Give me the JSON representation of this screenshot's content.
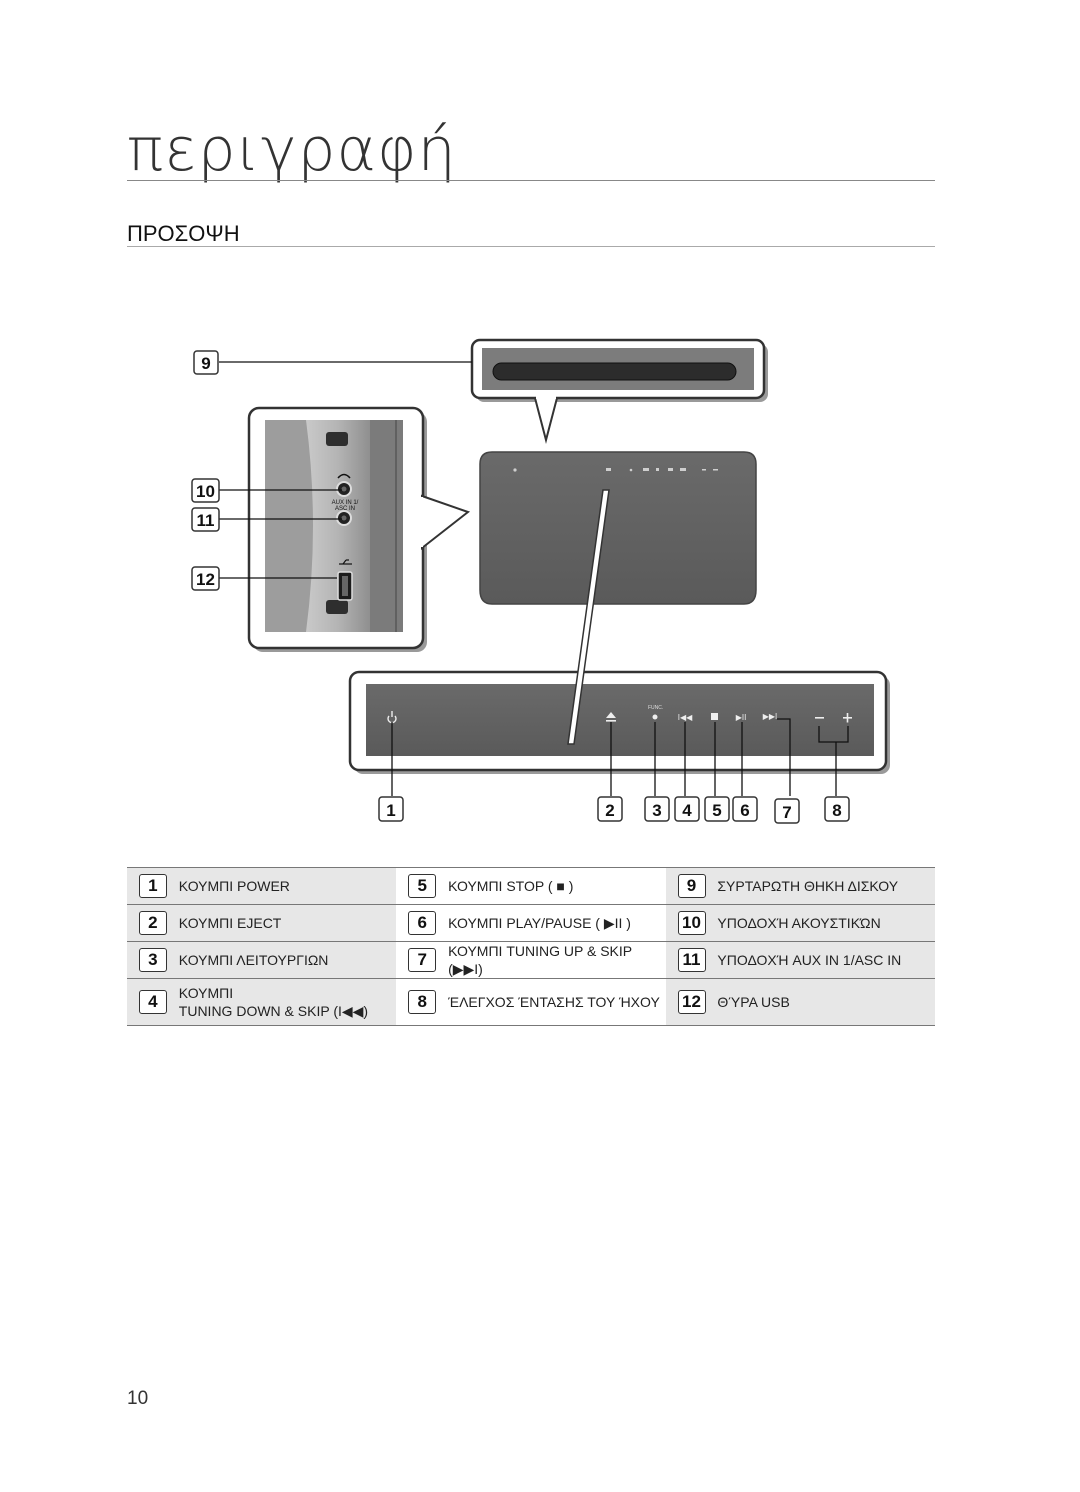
{
  "header": {
    "title": "περιγραφή",
    "section": "ΠΡΟΣΟΨΗ"
  },
  "callouts": [
    "1",
    "2",
    "3",
    "4",
    "5",
    "6",
    "7",
    "8",
    "9",
    "10",
    "11",
    "12"
  ],
  "device": {
    "side_label_top": "AUX IN 1/",
    "side_label_bottom": "ASC IN",
    "func_label": "FUNC."
  },
  "legend": [
    {
      "num": "1",
      "label": "ΚΟΥΜΠΙ POWER"
    },
    {
      "num": "2",
      "label": "ΚΟΥΜΠΙ EJECT"
    },
    {
      "num": "3",
      "label": "ΚΟΥΜΠΙ ΛΕΙΤΟΥΡΓΙΩΝ"
    },
    {
      "num": "4",
      "label": "ΚΟΥΜΠΙ",
      "label2": "TUNING DOWN & SKIP (I◀◀)"
    },
    {
      "num": "5",
      "label": "ΚΟΥΜΠΙ STOP ( ■ )"
    },
    {
      "num": "6",
      "label": "ΚΟΥΜΠΙ PLAY/PAUSE ( ▶II )"
    },
    {
      "num": "7",
      "label": "ΚΟΥΜΠΙ TUNING UP & SKIP (▶▶I)"
    },
    {
      "num": "8",
      "label": "ΈΛΕΓΧΟΣ ΈΝΤΑΣΗΣ ΤΟΥ ΉΧΟΥ"
    },
    {
      "num": "9",
      "label": "ΣΥΡΤΑΡΩΤΗ ΘΗΚΗ ΔΙΣΚΟΥ"
    },
    {
      "num": "10",
      "label": "ΥΠΟΔΟΧΉ ΑΚΟΥΣΤΙΚΏΝ"
    },
    {
      "num": "11",
      "label": "ΥΠΟΔΟΧΉ AUX IN 1/ASC IN"
    },
    {
      "num": "12",
      "label": "ΘΎΡΑ USB"
    }
  ],
  "page_number": "10"
}
